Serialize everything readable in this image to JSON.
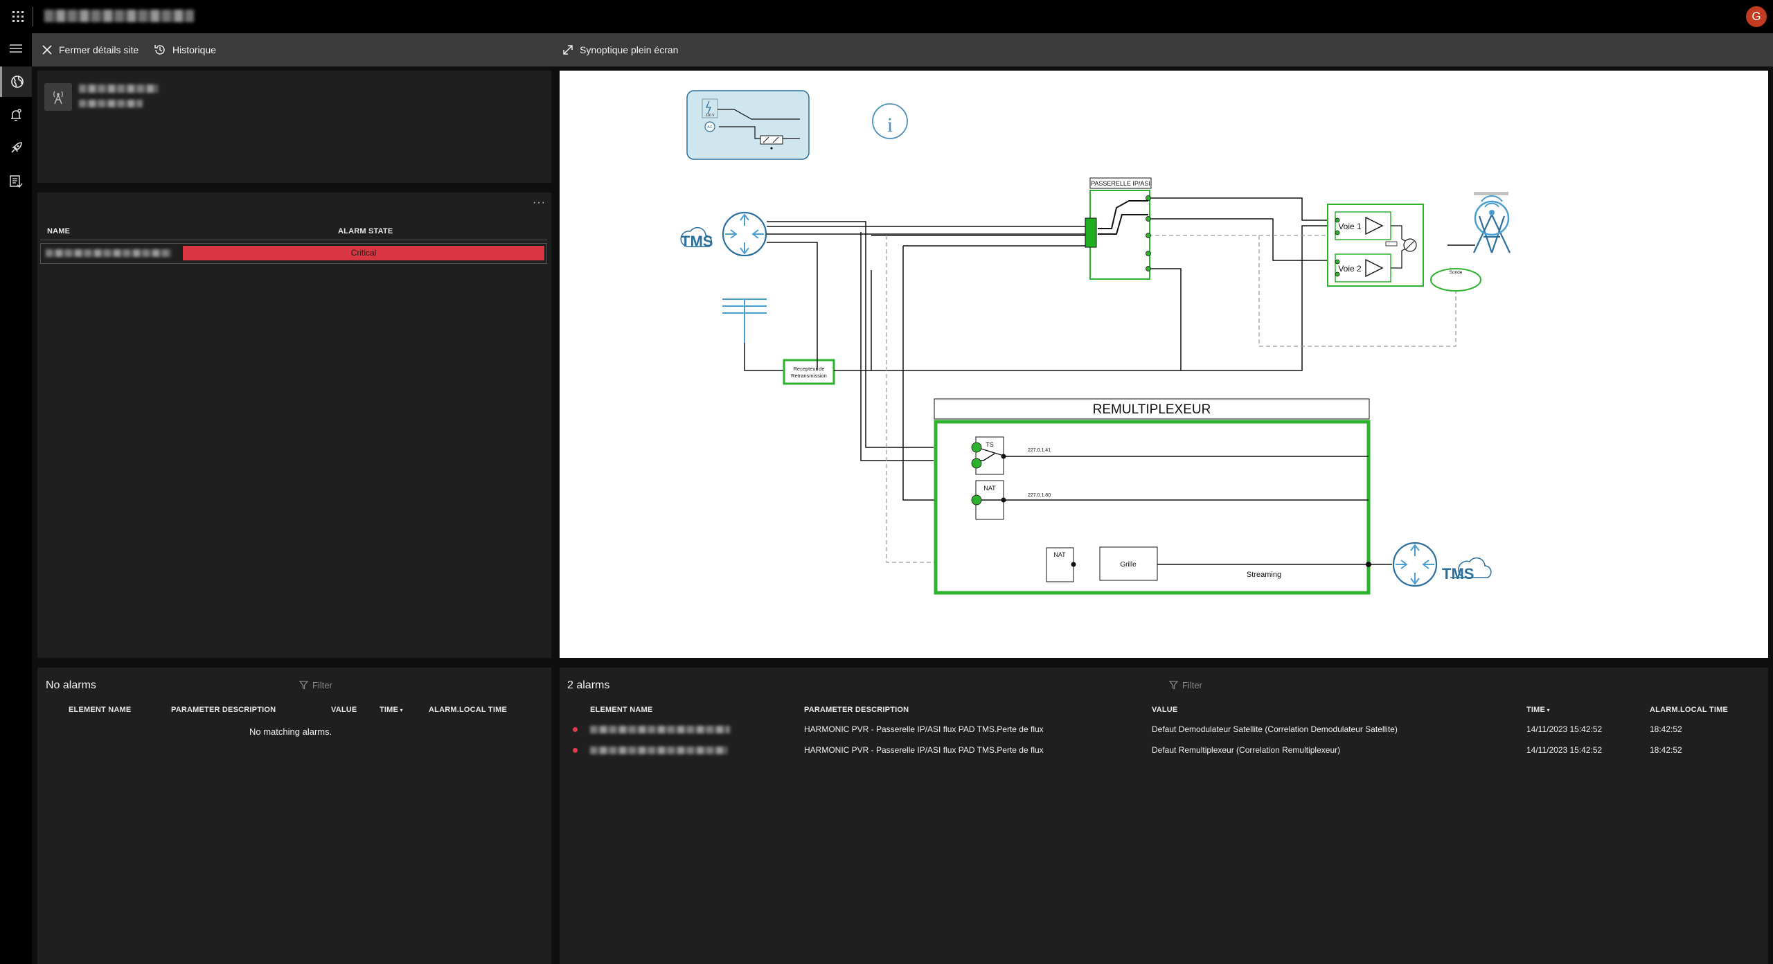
{
  "toolbar": {
    "close_label": "Fermer détails site",
    "history_label": "Historique",
    "fullscreen_label": "Synoptique plein écran"
  },
  "user": {
    "initial": "G",
    "avatar_color": "#c53b21"
  },
  "element_table": {
    "headers": {
      "name": "NAME",
      "alarm_state": "ALARM STATE"
    },
    "rows": [
      {
        "alarm_state": "Critical"
      }
    ]
  },
  "site_alarms": {
    "title": "No alarms",
    "filter_placeholder": "Filter",
    "headers": {
      "element": "ELEMENT NAME",
      "param": "PARAMETER DESCRIPTION",
      "value": "VALUE",
      "time": "TIME",
      "local_time": "ALARM.LOCAL TIME"
    },
    "empty_text": "No matching alarms."
  },
  "active_alarms": {
    "title": "2 alarms",
    "filter_placeholder": "Filter",
    "headers": {
      "element": "ELEMENT NAME",
      "param": "PARAMETER DESCRIPTION",
      "value": "VALUE",
      "time": "TIME",
      "local_time": "ALARM.LOCAL TIME"
    },
    "rows": [
      {
        "param": "HARMONIC PVR - Passerelle IP/ASI flux PAD TMS.Perte de flux",
        "value": "Defaut Demodulateur Satellite (Correlation Demodulateur Satellite)",
        "time": "14/11/2023 15:42:52",
        "local_time": "18:42:52"
      },
      {
        "param": "HARMONIC PVR - Passerelle IP/ASI flux PAD TMS.Perte de flux",
        "value": "Defaut Remultiplexeur (Correlation Remultiplexeur)",
        "time": "14/11/2023 15:42:52",
        "local_time": "18:42:52"
      }
    ]
  },
  "synoptic": {
    "tms_left": "TMS",
    "tms_right": "TMS",
    "passerelle": "PASSERELLE IP/ASI",
    "voie1": "Voie 1",
    "voie2": "Voie 2",
    "sonde": "Sonde",
    "recepteur_line1": "Recepteur de",
    "recepteur_line2": "Retransmission",
    "remux_title": "REMULTIPLEXEUR",
    "ts": "TS",
    "nat1": "NAT",
    "nat2": "NAT",
    "ip1": "227.0.1.41",
    "ip2": "227.0.1.80",
    "grille": "Grille",
    "streaming": "Streaming",
    "legend_voltage": "220 V",
    "legend_ac": "AC",
    "colors": {
      "green": "#2db22d",
      "blue": "#2b6f9e",
      "light_blue": "#cfe6ef",
      "alarm_red": "#d93644"
    }
  }
}
